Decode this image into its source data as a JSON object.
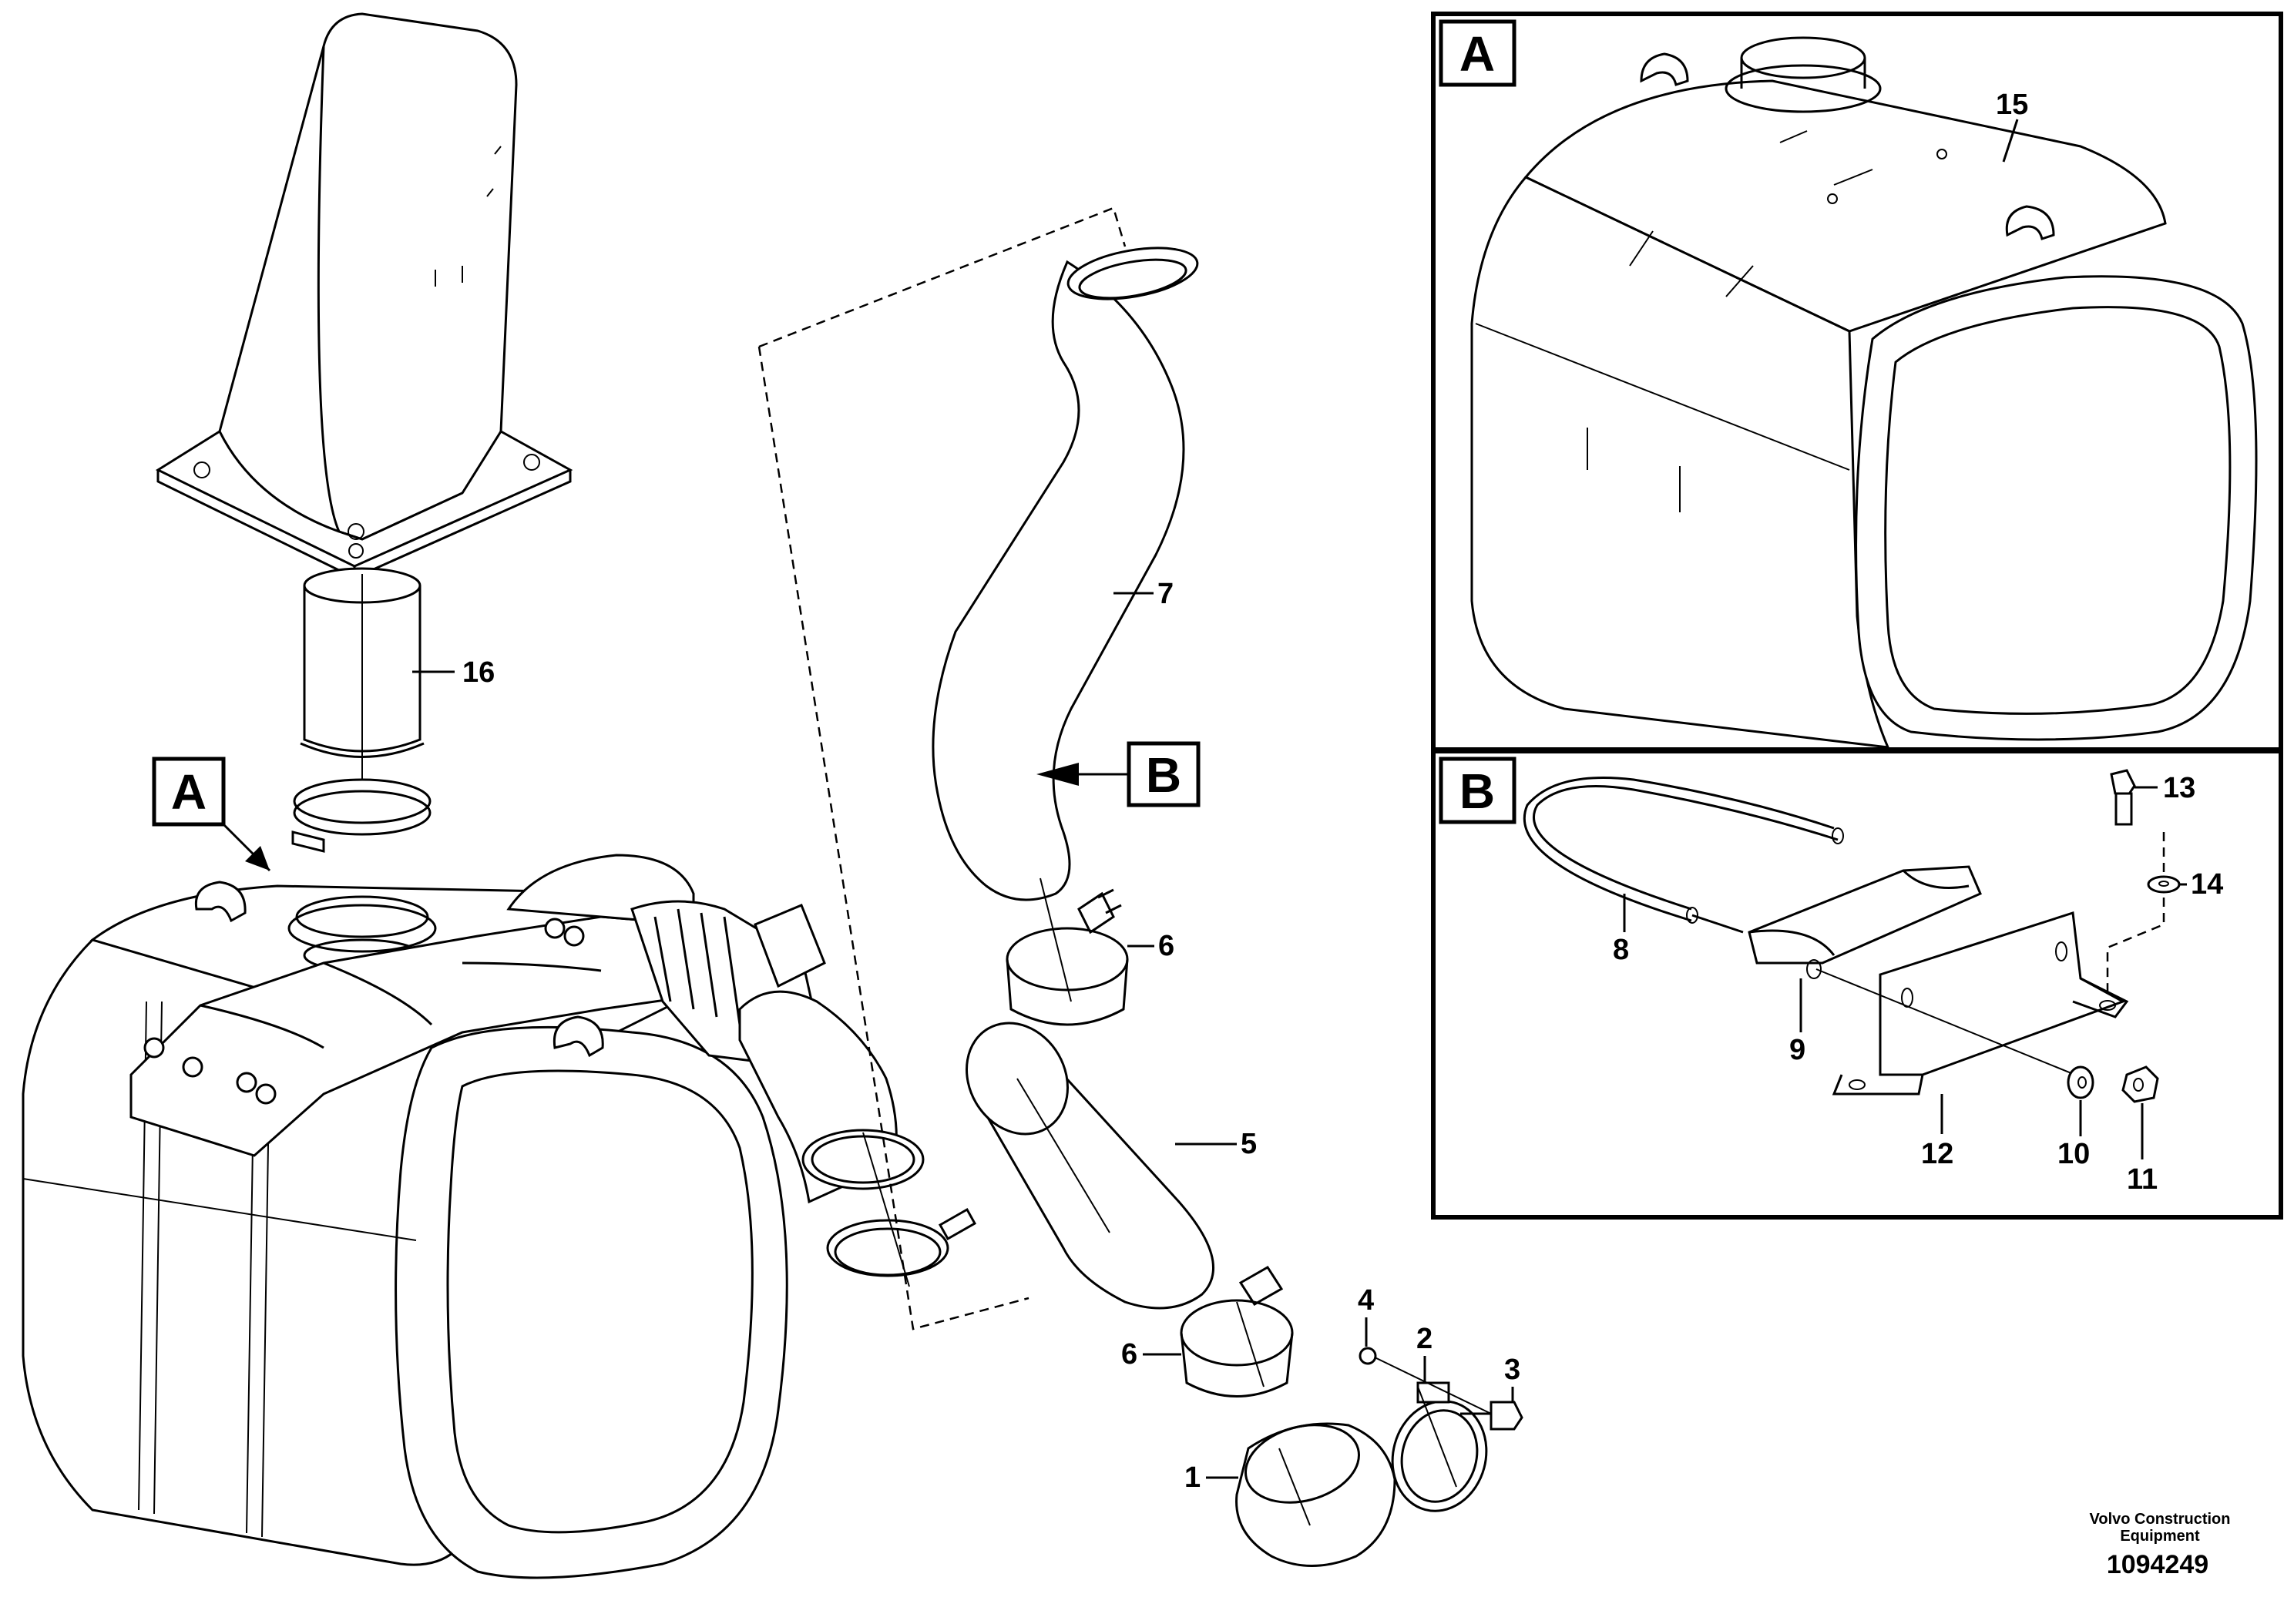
{
  "diagram": {
    "panel_a_label": "A",
    "panel_b_label": "B",
    "marker_a_label": "A",
    "marker_b_label": "B",
    "callouts": {
      "c1": "1",
      "c2": "2",
      "c3": "3",
      "c4": "4",
      "c5": "5",
      "c6a": "6",
      "c6b": "6",
      "c7": "7",
      "c8": "8",
      "c9": "9",
      "c10": "10",
      "c11": "11",
      "c12": "12",
      "c13": "13",
      "c14": "14",
      "c15": "15",
      "c16": "16"
    },
    "footer": {
      "company_line1": "Volvo Construction",
      "company_line2": "Equipment",
      "drawing_number": "1094249"
    }
  }
}
